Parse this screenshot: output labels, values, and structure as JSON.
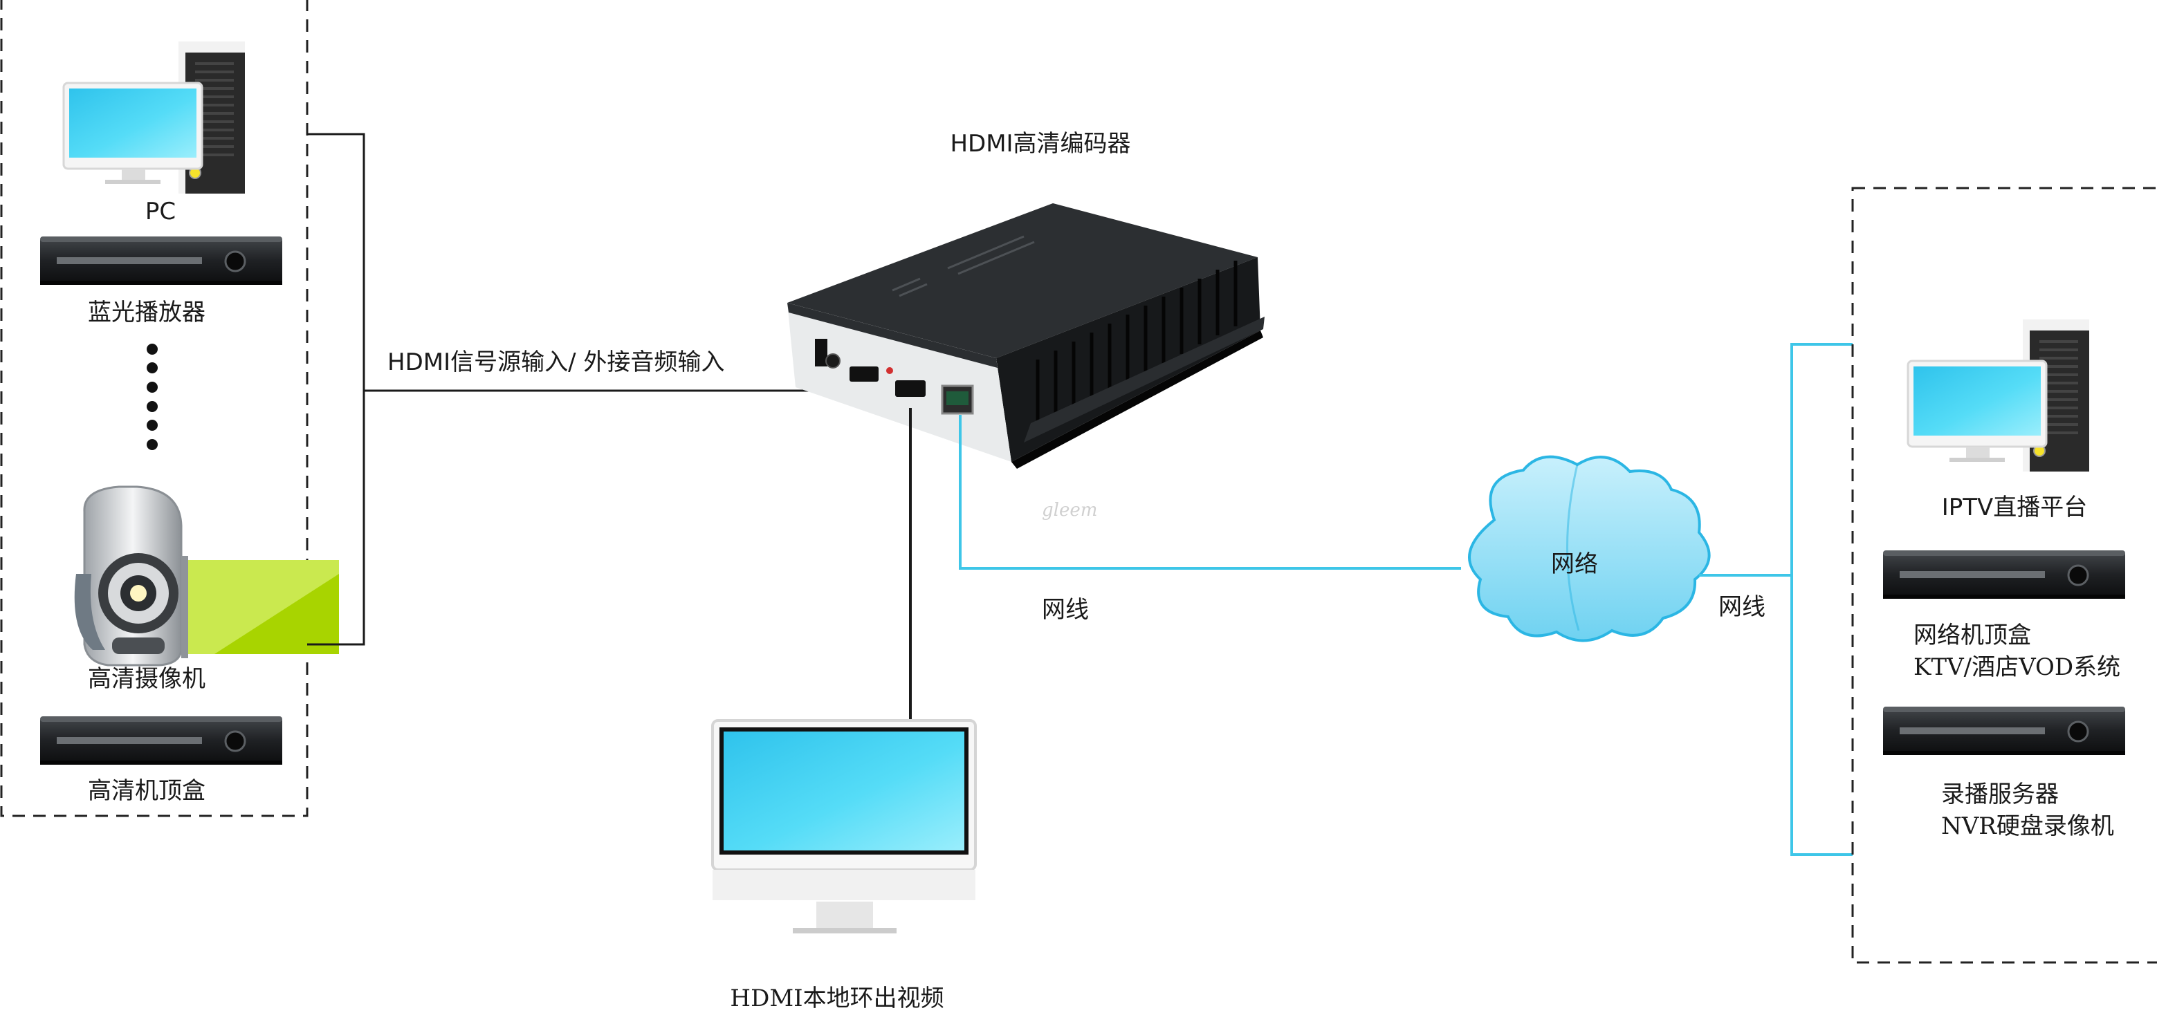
{
  "colors": {
    "wire": "#1a1a1a",
    "network_wire": "#3ec6e8",
    "cloud_fill": "#8fdcf5",
    "cloud_stroke": "#2bb6e4",
    "screen": "#39d0f2",
    "device_body": "#1e2022"
  },
  "encoder": {
    "title": "HDMI高清编码器"
  },
  "sources": {
    "pc": "PC",
    "bluray": "蓝光播放器",
    "camera": "高清摄像机",
    "stb": "高清机顶盒"
  },
  "links": {
    "input": "HDMI信号源输入/  外接音频输入",
    "cable_left": "网线",
    "cable_right": "网线"
  },
  "local_output": {
    "label": "HDMI本地环出视频"
  },
  "network": {
    "label": "网络"
  },
  "targets": {
    "iptv": "IPTV直播平台",
    "net_stb_line1": "网络机顶盒",
    "net_stb_line2": "KTV/酒店VOD系统",
    "recorder_line1": "录播服务器",
    "recorder_line2": "NVR硬盘录像机"
  },
  "icons": [
    "desktop-pc-icon",
    "bluray-player-icon",
    "ellipsis-dots-icon",
    "camcorder-icon",
    "set-top-box-icon",
    "hdmi-encoder-icon",
    "monitor-icon",
    "cloud-network-icon",
    "server-icon"
  ]
}
